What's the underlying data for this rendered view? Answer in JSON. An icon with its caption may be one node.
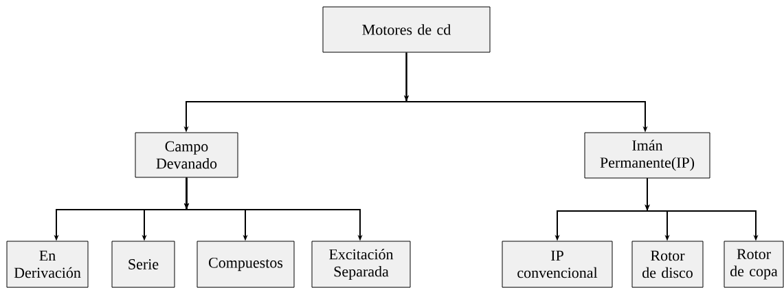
{
  "diagram": {
    "nodes": [
      {
        "text": [
          "Motores de cd"
        ]
      },
      {
        "text": [
          "Campo Devanado"
        ]
      },
      {
        "text": [
          "Imán Permanente(IP)"
        ]
      },
      {
        "text": [
          "En Derivación"
        ]
      },
      {
        "text": [
          "Serie"
        ]
      },
      {
        "text": [
          "Compuestos"
        ]
      },
      {
        "text": [
          "Excitación Separada"
        ]
      },
      {
        "text": [
          "IP convencional"
        ]
      },
      {
        "text": [
          "Rotor de disco"
        ]
      },
      {
        "text": [
          "Rotor de copa"
        ]
      }
    ],
    "edges": [
      {
        "from": 0,
        "to": 1,
        "arrow": "to"
      },
      {
        "from": 0,
        "to": 2,
        "arrow": "to"
      },
      {
        "from": 1,
        "to": 3,
        "arrow": "to"
      },
      {
        "from": 1,
        "to": 4,
        "arrow": "to"
      },
      {
        "from": 1,
        "to": 5,
        "arrow": "to"
      },
      {
        "from": 1,
        "to": 6,
        "arrow": "to"
      },
      {
        "from": 2,
        "to": 7,
        "arrow": "to"
      },
      {
        "from": 2,
        "to": 8,
        "arrow": "to"
      },
      {
        "from": 2,
        "to": 9,
        "arrow": "to"
      }
    ]
  }
}
